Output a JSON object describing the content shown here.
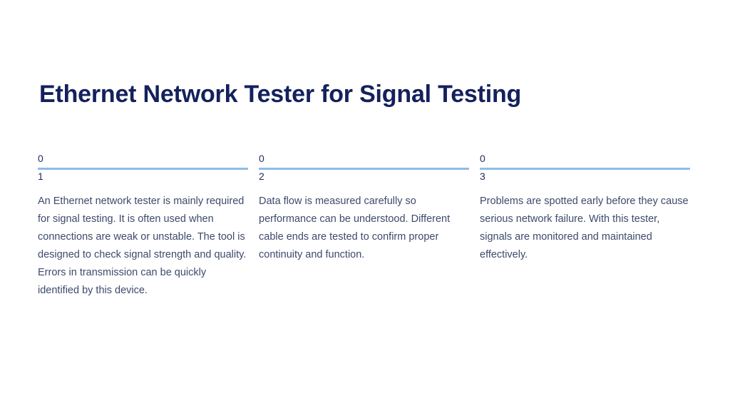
{
  "slide": {
    "title": "Ethernet Network Tester for Signal Testing",
    "background_color": "#FFFFFF",
    "title_color": "#14215C",
    "rule_color": "#8FBCE6",
    "body_color": "#3D4A6B",
    "columns": [
      {
        "eyebrow": "0",
        "index": "1",
        "body": "An Ethernet network tester is mainly required for signal testing. It is often used when connections are weak or unstable. The tool is designed to check signal strength and quality. Errors in transmission can be quickly identified by this device."
      },
      {
        "eyebrow": "0",
        "index": "2",
        "body": "Data flow is measured carefully so performance can be understood. Different cable ends are tested to confirm proper continuity and function."
      },
      {
        "eyebrow": "0",
        "index": "3",
        "body": "Problems are spotted early before they cause serious network failure. With this tester, signals are monitored and maintained effectively."
      }
    ]
  }
}
